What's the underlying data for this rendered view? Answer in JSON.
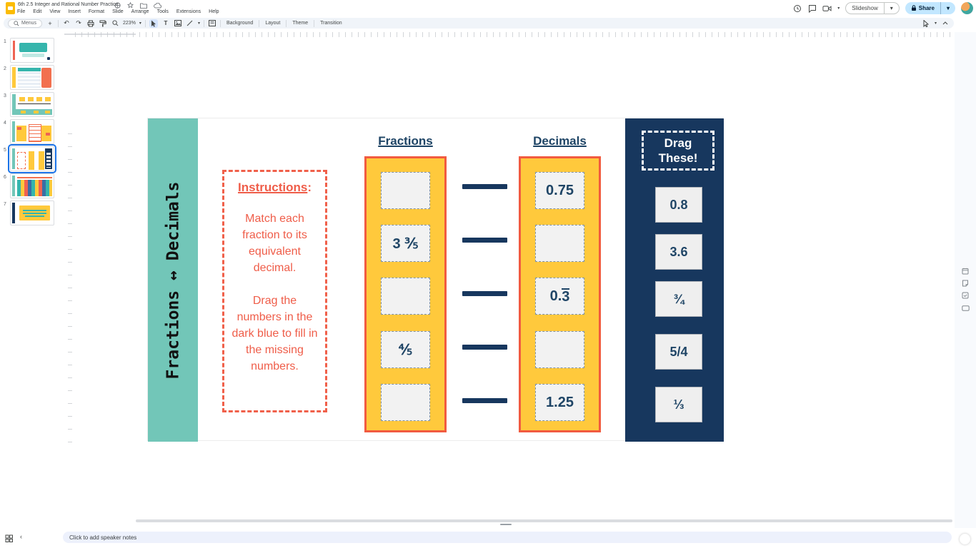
{
  "header": {
    "title": "6th 2.5 Integer and Rational Number Practice",
    "menus": [
      "File",
      "Edit",
      "View",
      "Insert",
      "Format",
      "Slide",
      "Arrange",
      "Tools",
      "Extensions",
      "Help"
    ],
    "slideshow_label": "Slideshow",
    "share_label": "Share"
  },
  "toolbar": {
    "menus_label": "Menus",
    "zoom_value": "223%",
    "background_label": "Background",
    "layout_label": "Layout",
    "theme_label": "Theme",
    "transition_label": "Transition"
  },
  "filmstrip": {
    "selected_slide": "5",
    "slides": [
      {
        "number": "1"
      },
      {
        "number": "2"
      },
      {
        "number": "3"
      },
      {
        "number": "4"
      },
      {
        "number": "5"
      },
      {
        "number": "6"
      },
      {
        "number": "7"
      }
    ]
  },
  "slide": {
    "side_label": "Fractions ↔ Decimals",
    "instructions": {
      "title": "Instructions",
      "colon": ":",
      "para1": "Match each fraction to its equivalent decimal.",
      "para2": "Drag the numbers in the dark blue to fill in the missing numbers."
    },
    "fractions": {
      "header": "Fractions",
      "slots": [
        "",
        "3 ⅗",
        "",
        "⅘",
        ""
      ]
    },
    "decimals": {
      "header": "Decimals",
      "slots": [
        {
          "main": "0.75",
          "repeat": ""
        },
        {
          "main": "",
          "repeat": ""
        },
        {
          "main": "0.",
          "repeat": "3"
        },
        {
          "main": "",
          "repeat": ""
        },
        {
          "main": "1.25",
          "repeat": ""
        }
      ]
    },
    "drag_panel": {
      "title": "Drag These!",
      "tiles": [
        "0.8",
        "3.6",
        "¾",
        "5/4",
        "⅓"
      ]
    }
  },
  "notes": {
    "placeholder": "Click to add speaker notes"
  },
  "colors": {
    "teal": "#72C6B8",
    "yellow": "#FFC93C",
    "red_border": "#F15B40",
    "navy": "#17375E",
    "text_navy": "#1F4566",
    "text_red": "#EF5D49",
    "share_blue": "#C2E7FF",
    "selected_blue": "#1A73E8"
  }
}
